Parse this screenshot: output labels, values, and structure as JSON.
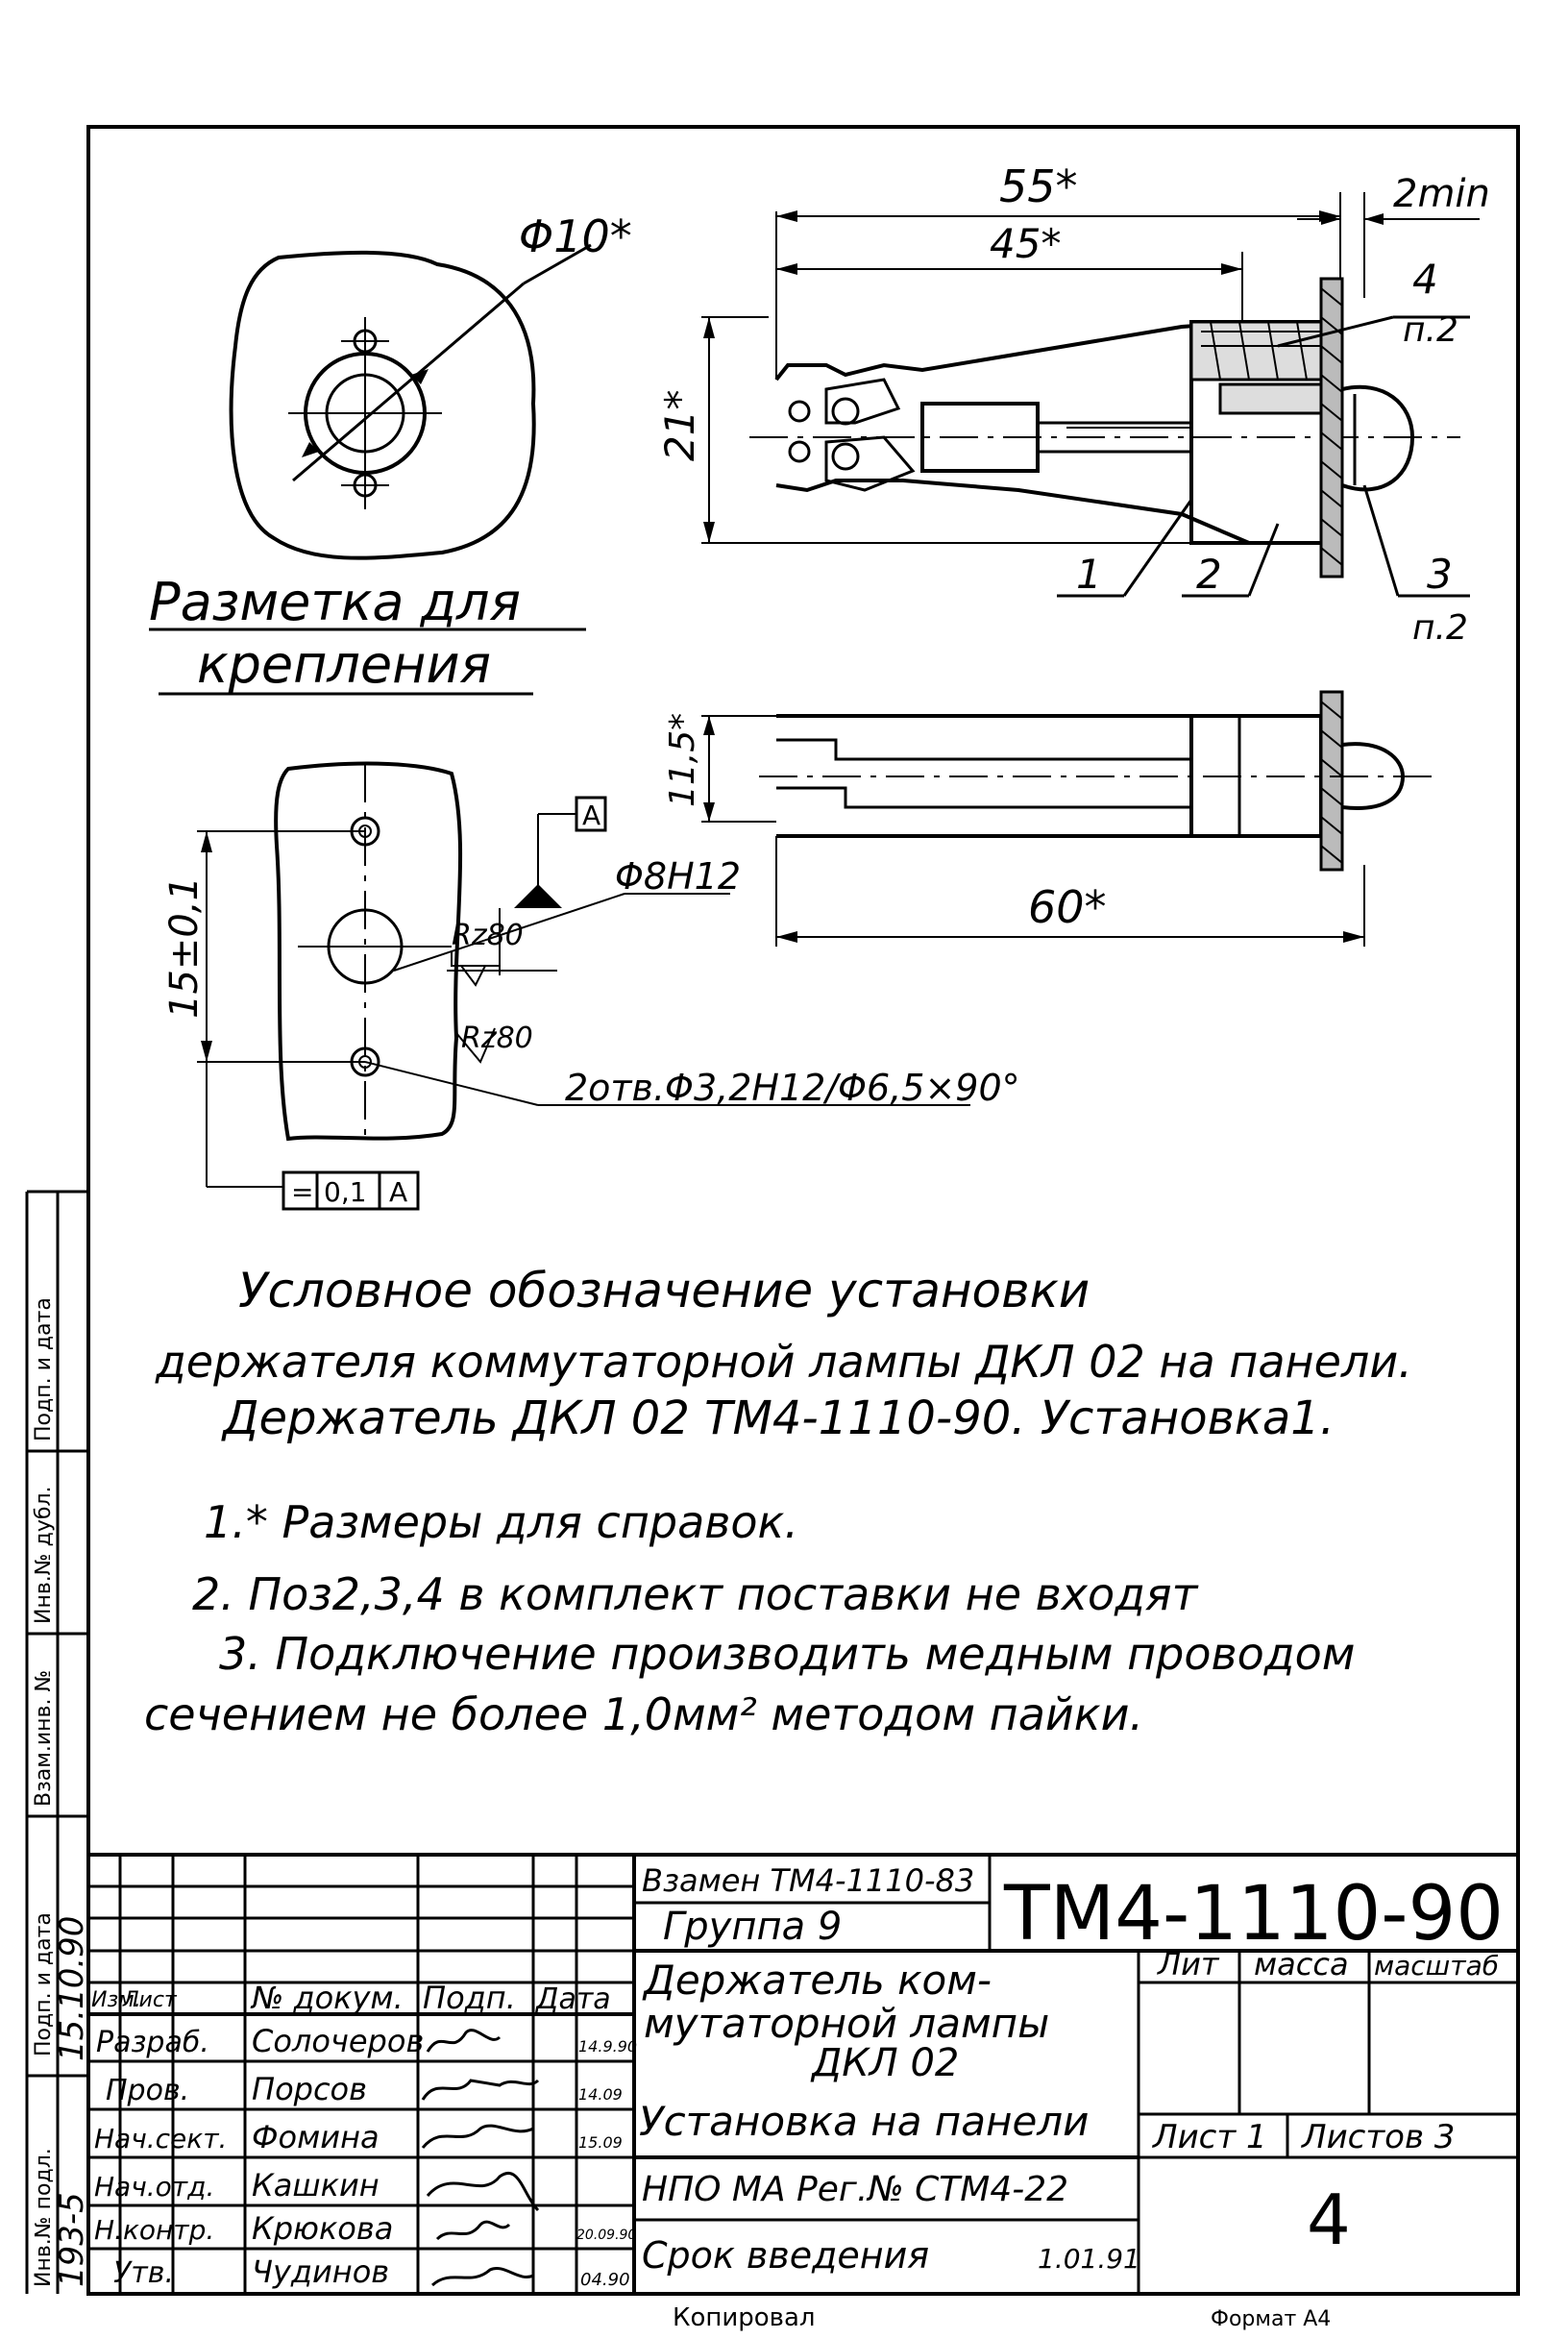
{
  "views": {
    "marking_title_1": "Разметка для",
    "marking_title_2": "крепления",
    "dia_top_left": "Φ10*",
    "dim_55": "55*",
    "dim_45": "45*",
    "dim_2min": "2min",
    "dim_21": "21*",
    "dim_11_5": "11,5*",
    "dim_60": "60*",
    "dim_15": "15±0,1",
    "dim_phi8": "Φ8H12",
    "rough_1": "Rz80",
    "rough_2": "Rz80",
    "holes_note": "2отв.Φ3,2H12/Φ6,5×90°",
    "datum_a": "A",
    "tolerance_frame": [
      "=",
      "0,1",
      "A"
    ]
  },
  "callouts": {
    "p1": "1",
    "p2": "2",
    "p3": "3",
    "p3_sub": "п.2",
    "p4": "4",
    "p4_sub": "п.2"
  },
  "notes": {
    "line1": "Условное обозначение установки",
    "line2": "держателя коммутаторной лампы ДКЛ 02 на панели.",
    "line3": "Держатель ДКЛ 02 ТМ4-1110-90. Установка1.",
    "item1": "1.* Размеры для справок.",
    "item2": "2. Поз2,3,4 в комплект поставки не входят",
    "item3": "3. Подключение производить медным проводом",
    "item3b": "сечением не более 1,0мм² методом пайки."
  },
  "title_block": {
    "replaces": "Взамен ТМ4-1110-83",
    "group": "Группа 9",
    "code": "ТМ4-1110-90",
    "name1": "Держатель ком-",
    "name2": "мутаторной лампы",
    "name3": "ДКЛ 02",
    "name4": "Установка на панели",
    "reg": "НПО МА Рег.№ СТМ4-22",
    "intro": "Срок введения",
    "intro_date": "1.01.91",
    "lit": "Лит",
    "mass": "масса",
    "scale": "масштаб",
    "sheet": "Лист 1",
    "sheets": "Листов 3",
    "page_number": "4",
    "hdr_izm": "Изм.",
    "hdr_list": "Лист",
    "hdr_doc": "№ докум.",
    "hdr_sign": "Подп.",
    "hdr_date": "Дата",
    "roles": [
      "Разраб.",
      "Пров.",
      "Нач.сект.",
      "Нач.отд.",
      "Н.контр.",
      "Утв."
    ],
    "names": [
      "Солочеров",
      "Порсов",
      "Фомина",
      "Кашкин",
      "Крюкова",
      "Чудинов"
    ],
    "dates": [
      "14.9.90",
      "14.09",
      "15.09",
      "",
      "20.09.90",
      "04.90"
    ]
  },
  "side_strip": {
    "labels": [
      "Инв.№ подл.",
      "Подп. и дата",
      "Взам.инв. №",
      "Инв.№ дубл.",
      "Подп. и дата"
    ],
    "inv_value": "193-5",
    "date_value": "15.10.90"
  },
  "footer": {
    "copied": "Копировал",
    "format": "Формат А4"
  }
}
